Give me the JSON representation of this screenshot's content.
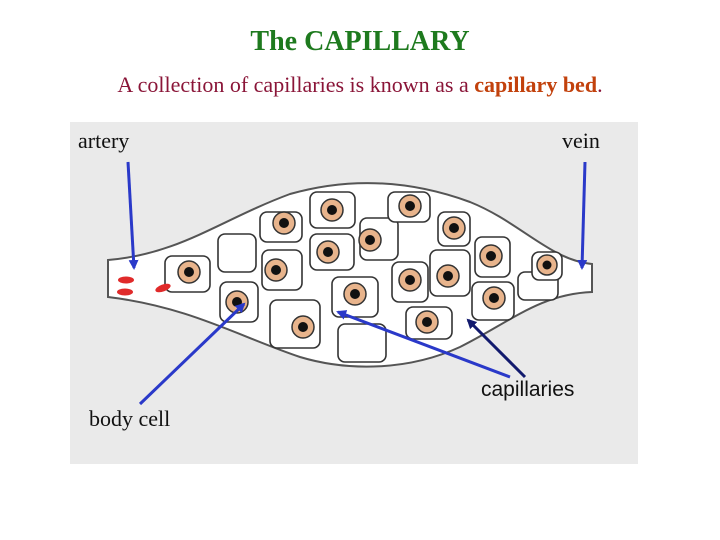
{
  "title": "The CAPILLARY",
  "subtitle": {
    "prefix": "A collection of capillaries is known as a ",
    "highlight": "capillary bed",
    "suffix": "."
  },
  "labels": {
    "artery": "artery",
    "vein": "vein",
    "capillaries": "capillaries",
    "body_cell": "body cell"
  },
  "colors": {
    "title": "#1e7a1e",
    "subtitle": "#8a1538",
    "highlight": "#c2410c",
    "arrow": "#2a39c9",
    "arrow_dark": "#121a6e",
    "panel": "#eaeaea",
    "red_cell": "#e02a2a",
    "cell_fill": "#e8b48c",
    "nucleus": "#111111"
  }
}
